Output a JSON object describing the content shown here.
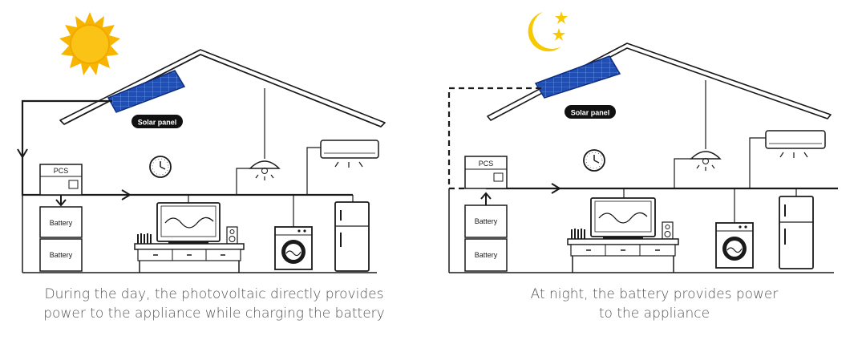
{
  "colors": {
    "line": "#1a1a1a",
    "panel": "#1f4fb5",
    "panel_grid": "#8fb4ff",
    "sun": "#f7b500",
    "moon": "#f7c900",
    "caption": "#555555",
    "label_pill": "#111111"
  },
  "day": {
    "solar_label": "Solar panel",
    "pcs_label": "PCS",
    "battery_top": "Battery",
    "battery_bottom": "Battery",
    "caption_line1": "During the day, the photovoltaic directly provides",
    "caption_line2": "power to the appliance while charging the battery"
  },
  "night": {
    "solar_label": "Solar panel",
    "pcs_label": "PCS",
    "battery_top": "Battery",
    "battery_bottom": "Battery",
    "caption_line1": "At night, the battery provides power",
    "caption_line2": "to the appliance"
  },
  "icons": {
    "sun": "sun-icon",
    "moon": "moon-icon",
    "stars": "star-icon",
    "clock": "clock-icon",
    "lamp": "ceiling-lamp-icon",
    "air_conditioner": "air-conditioner-icon",
    "television": "television-icon",
    "speaker": "speaker-icon",
    "washing_machine": "washing-machine-icon",
    "refrigerator": "refrigerator-icon",
    "tv_cabinet": "tv-cabinet-icon",
    "solar_panel": "solar-panel-icon"
  }
}
